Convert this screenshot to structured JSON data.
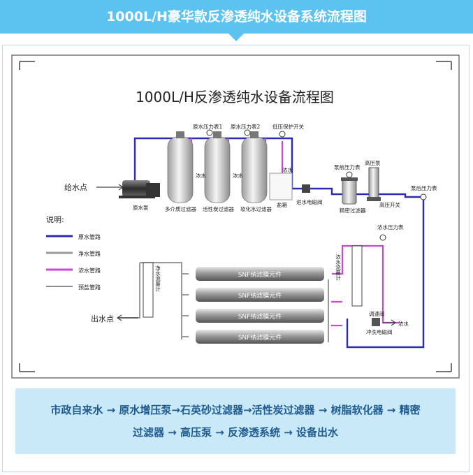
{
  "banner": {
    "title": "1000L/H豪华款反渗透纯水设备系统流程图"
  },
  "diagram": {
    "title": "1000L/H反渗透纯水设备流程图",
    "labels": {
      "inlet": "给水点",
      "raw_pump": "原水泵",
      "multimedia_filter": "多介质过滤器",
      "carbon_filter": "活性炭过滤器",
      "softener": "软化水过滤器",
      "salt_tank": "盐箱",
      "gauge1": "原水压力表1",
      "gauge2": "原水压力表2",
      "low_pressure_switch": "低压保护开关",
      "concentrate": "浓水",
      "inlet_valve": "进水电磁阀",
      "pre_gauge": "泵前压力表",
      "precision_filter": "精密过滤器",
      "hp_pump": "高压泵",
      "hp_switch": "高压开关",
      "post_gauge": "泵后压力表",
      "conc_gauge": "浓水压力表",
      "conc_flowmeter": "浓水流量计",
      "reg_valve": "调速阀",
      "flush_valve": "冲洗电磁阀",
      "pure_flowmeter": "净水流量计",
      "outlet": "出水点",
      "membrane": "SNF纳滤膜元件",
      "drain": "浓水"
    },
    "legend": {
      "title": "说明:",
      "items": [
        "原水管路",
        "净水管路",
        "浓水管路",
        "预盐管路"
      ]
    },
    "colors": {
      "raw": "#2b2bb8",
      "pure": "#9a9a9a",
      "conc": "#c74ad6",
      "brine": "#8c8c8c"
    }
  },
  "summary": {
    "line1": "市政自来水 → 原水增压泵→石英砂过滤器→活性炭过滤器 → 树脂软化器 → 精密",
    "line2": "过滤器 → 高压泵 → 反渗透系统 → 设备出水"
  }
}
